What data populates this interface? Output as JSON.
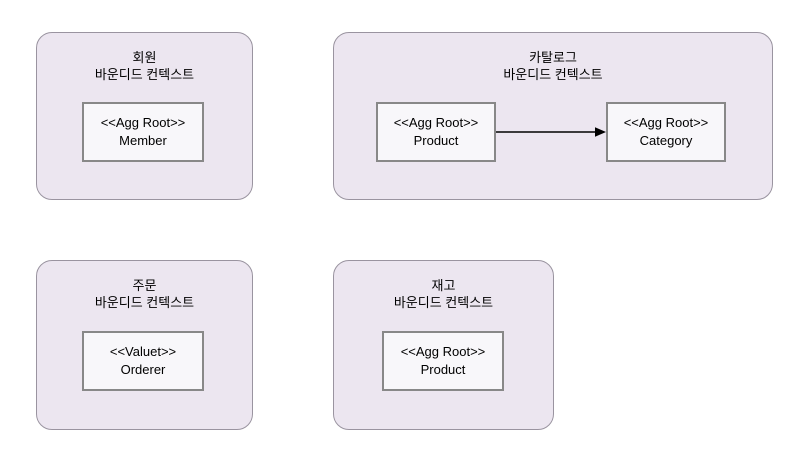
{
  "diagram": {
    "kind": "bounded-context-diagram",
    "contexts": [
      {
        "id": "member",
        "title_line1": "회원",
        "title_line2": "바운디드 컨텍스트",
        "nodes": [
          {
            "stereotype": "<<Agg Root>>",
            "name": "Member"
          }
        ]
      },
      {
        "id": "catalog",
        "title_line1": "카탈로그",
        "title_line2": "바운디드 컨텍스트",
        "nodes": [
          {
            "stereotype": "<<Agg Root>>",
            "name": "Product"
          },
          {
            "stereotype": "<<Agg Root>>",
            "name": "Category"
          }
        ],
        "edges": [
          {
            "from": "Product",
            "to": "Category",
            "type": "solid-arrow"
          }
        ]
      },
      {
        "id": "order",
        "title_line1": "주문",
        "title_line2": "바운디드 컨텍스트",
        "nodes": [
          {
            "stereotype": "<<Valuet>>",
            "name": "Orderer"
          }
        ]
      },
      {
        "id": "inventory",
        "title_line1": "재고",
        "title_line2": "바운디드 컨텍스트",
        "nodes": [
          {
            "stereotype": "<<Agg Root>>",
            "name": "Product"
          }
        ]
      }
    ],
    "colors": {
      "background": "#ffffff",
      "context_fill": "#ece6f0",
      "context_border": "#9a94a0",
      "node_fill": "#f8f7fa",
      "node_border": "#888888",
      "text": "#000000",
      "arrow": "#000000"
    }
  }
}
